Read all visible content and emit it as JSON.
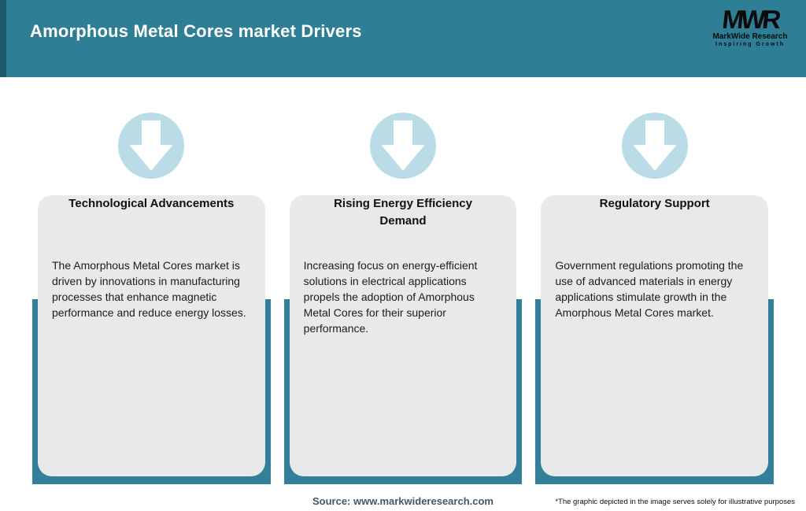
{
  "header": {
    "title": "Amorphous Metal Cores market Drivers",
    "background_color": "#2E7E95",
    "accent_color": "#1D5A6D",
    "logo": {
      "monogram": "MWR",
      "name": "MarkWide Research",
      "tagline": "Inspiring Growth"
    }
  },
  "cards": [
    {
      "icon": "arrow-down-icon",
      "title": "Technological Advancements",
      "body": "The Amorphous Metal Cores market is driven by innovations in manufacturing processes that enhance magnetic performance and reduce energy losses."
    },
    {
      "icon": "arrow-down-icon",
      "title": "Rising Energy Efficiency Demand",
      "body": "Increasing focus on energy-efficient solutions in electrical applications propels the adoption of Amorphous Metal Cores for their superior performance."
    },
    {
      "icon": "arrow-down-icon",
      "title": "Regulatory Support",
      "body": "Government regulations promoting the use of advanced materials in energy applications stimulate growth in the Amorphous Metal Cores market."
    }
  ],
  "footer": {
    "source": "Source: www.markwideresearch.com",
    "disclaimer": "*The graphic depicted in the image serves solely for illustrative purposes"
  },
  "colors": {
    "teal_frame": "#32809A",
    "card_background": "#E8EAEA",
    "icon_circle": "#B9DCE7",
    "source_text": "#3C5A66"
  }
}
